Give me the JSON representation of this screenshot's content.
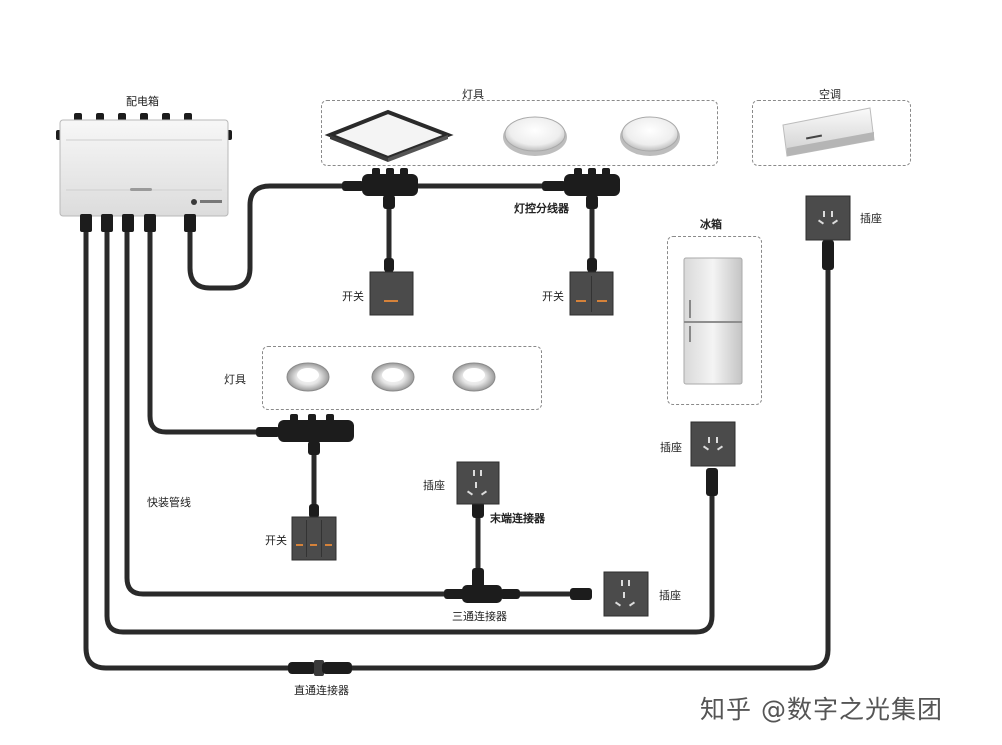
{
  "labels": {
    "distribution_box": "配电箱",
    "lamps_top": "灯具",
    "air_conditioner": "空调",
    "light_control_splitter": "灯控分线器",
    "switch_left": "开关",
    "switch_right": "开关",
    "fridge": "冰箱",
    "socket_top_right": "插座",
    "lamps_middle": "灯具",
    "socket_middle_right": "插座",
    "quick_install_pipeline": "快装管线",
    "socket_center": "插座",
    "end_connector": "末端连接器",
    "switch_bottom": "开关",
    "socket_bottom": "插座",
    "tee_connector": "三通连接器",
    "straight_connector": "直通连接器"
  },
  "watermark": "知乎 @数字之光集团",
  "colors": {
    "cable": "#2a2a2a",
    "panel": "#4b4b4b",
    "connector": "#1c1c1c",
    "box_body": "#ececec"
  }
}
